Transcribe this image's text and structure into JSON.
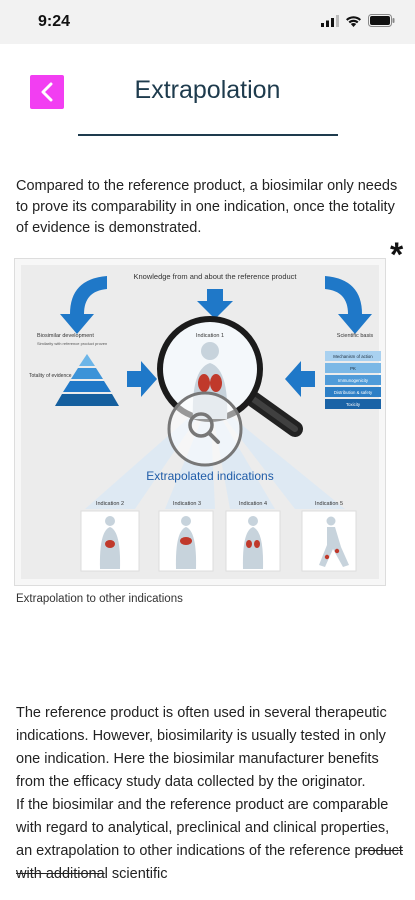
{
  "status": {
    "time": "9:24",
    "icons": [
      "signal-icon",
      "wifi-icon",
      "battery-icon"
    ]
  },
  "header": {
    "title": "Extrapolation",
    "back_icon": "chevron-left-icon",
    "back_color": "#f23ef2",
    "title_color": "#1e3b4d"
  },
  "intro": "Compared to the reference product, a biosimilar only needs to prove its comparability in one indication, once the totality of evidence is demonstrated.",
  "asterisk": "*",
  "figure": {
    "top_label": "Knowledge from and about the reference product",
    "left_label": "Biosimilar development",
    "left_sublabel": "Similarity with reference product proven",
    "totality_label": "Totality of evidence",
    "scientific_label": "Scientific basis",
    "scientific_items": [
      "Mechanism of action",
      "PK",
      "Immunogenicity",
      "Distribution & safety",
      "Toxicity"
    ],
    "center_label": "Indication 1",
    "extrapolated_label": "Extrapolated indications",
    "indications": [
      "Indication 2",
      "Indication 3",
      "Indication 4",
      "Indication 5"
    ],
    "zoom_icon": "magnifier-icon"
  },
  "caption": "Extrapolation to other indications",
  "body": {
    "p1": "The reference product is often used in several therapeutic indications. However, biosimilarity is usually tested in only one indication. Here the biosimilar manufacturer benefits from the efficacy study data collected by the originator.",
    "p2_start": "If the biosimilar and the reference product are comparable with regard to analytical, preclinical and clinical properties, an extrapolation to other indications of the reference p",
    "p2_strike": "roduct with additiona",
    "p2_end": "l scientific"
  }
}
